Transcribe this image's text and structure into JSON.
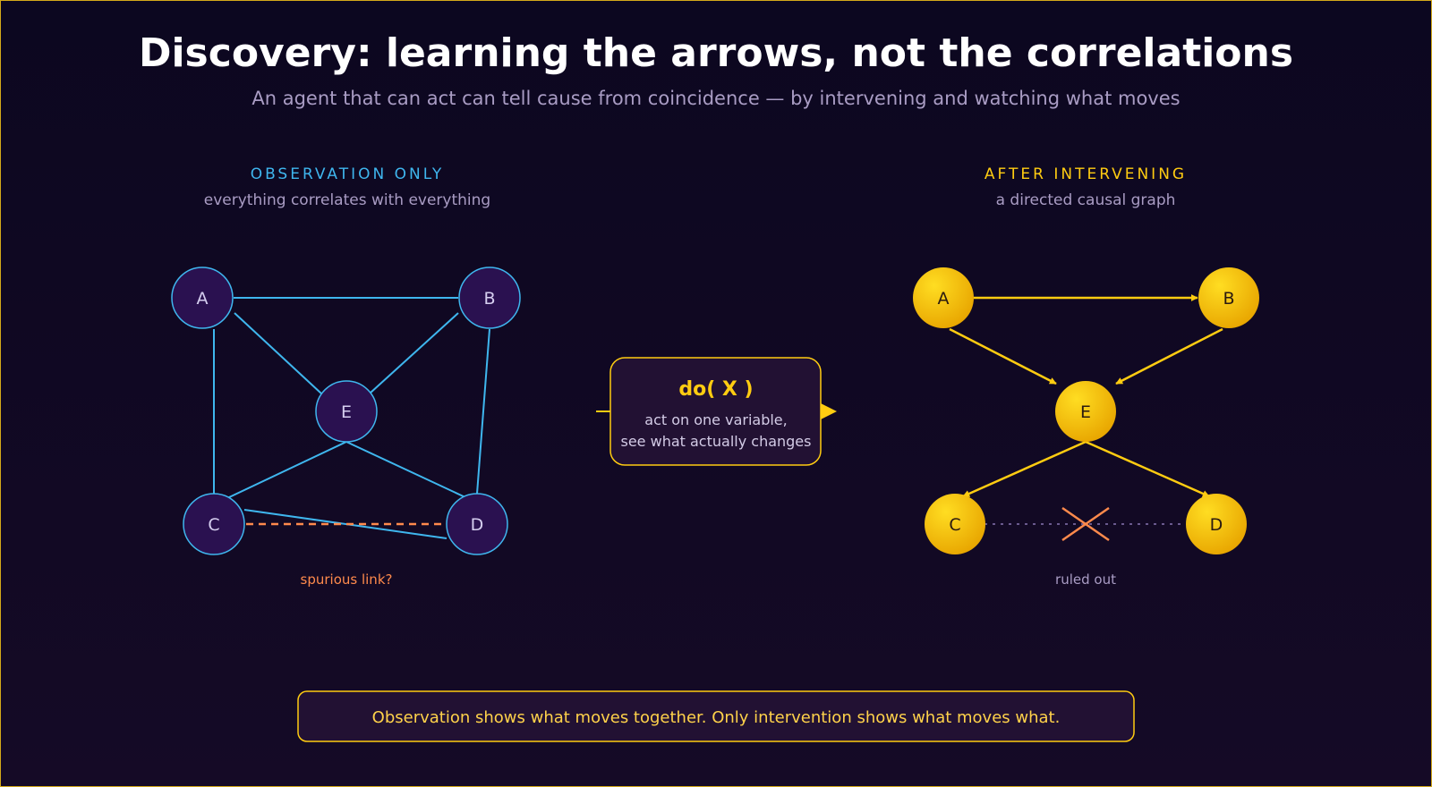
{
  "title": "Discovery: learning the arrows, not the correlations",
  "subtitle": "An agent that can act can tell cause from coincidence — by intervening and watching what moves",
  "left_panel": {
    "heading": "OBSERVATION ONLY",
    "subheading": "everything correlates with everything",
    "note": "spurious link?",
    "nodes": [
      "A",
      "B",
      "E",
      "C",
      "D"
    ]
  },
  "middle": {
    "label": "do( X )",
    "line1": "act on one variable,",
    "line2": "see what actually changes"
  },
  "right_panel": {
    "heading": "AFTER INTERVENING",
    "subheading": "a directed causal graph",
    "note": "ruled out",
    "nodes": [
      "A",
      "B",
      "E",
      "C",
      "D"
    ]
  },
  "caption": "Observation shows what moves together. Only intervention shows what moves what.",
  "colors": {
    "observation": "#3fb6ee",
    "intervention": "#ffcc11",
    "spurious": "#ff8a4c",
    "node_dark": "#2a1150"
  }
}
